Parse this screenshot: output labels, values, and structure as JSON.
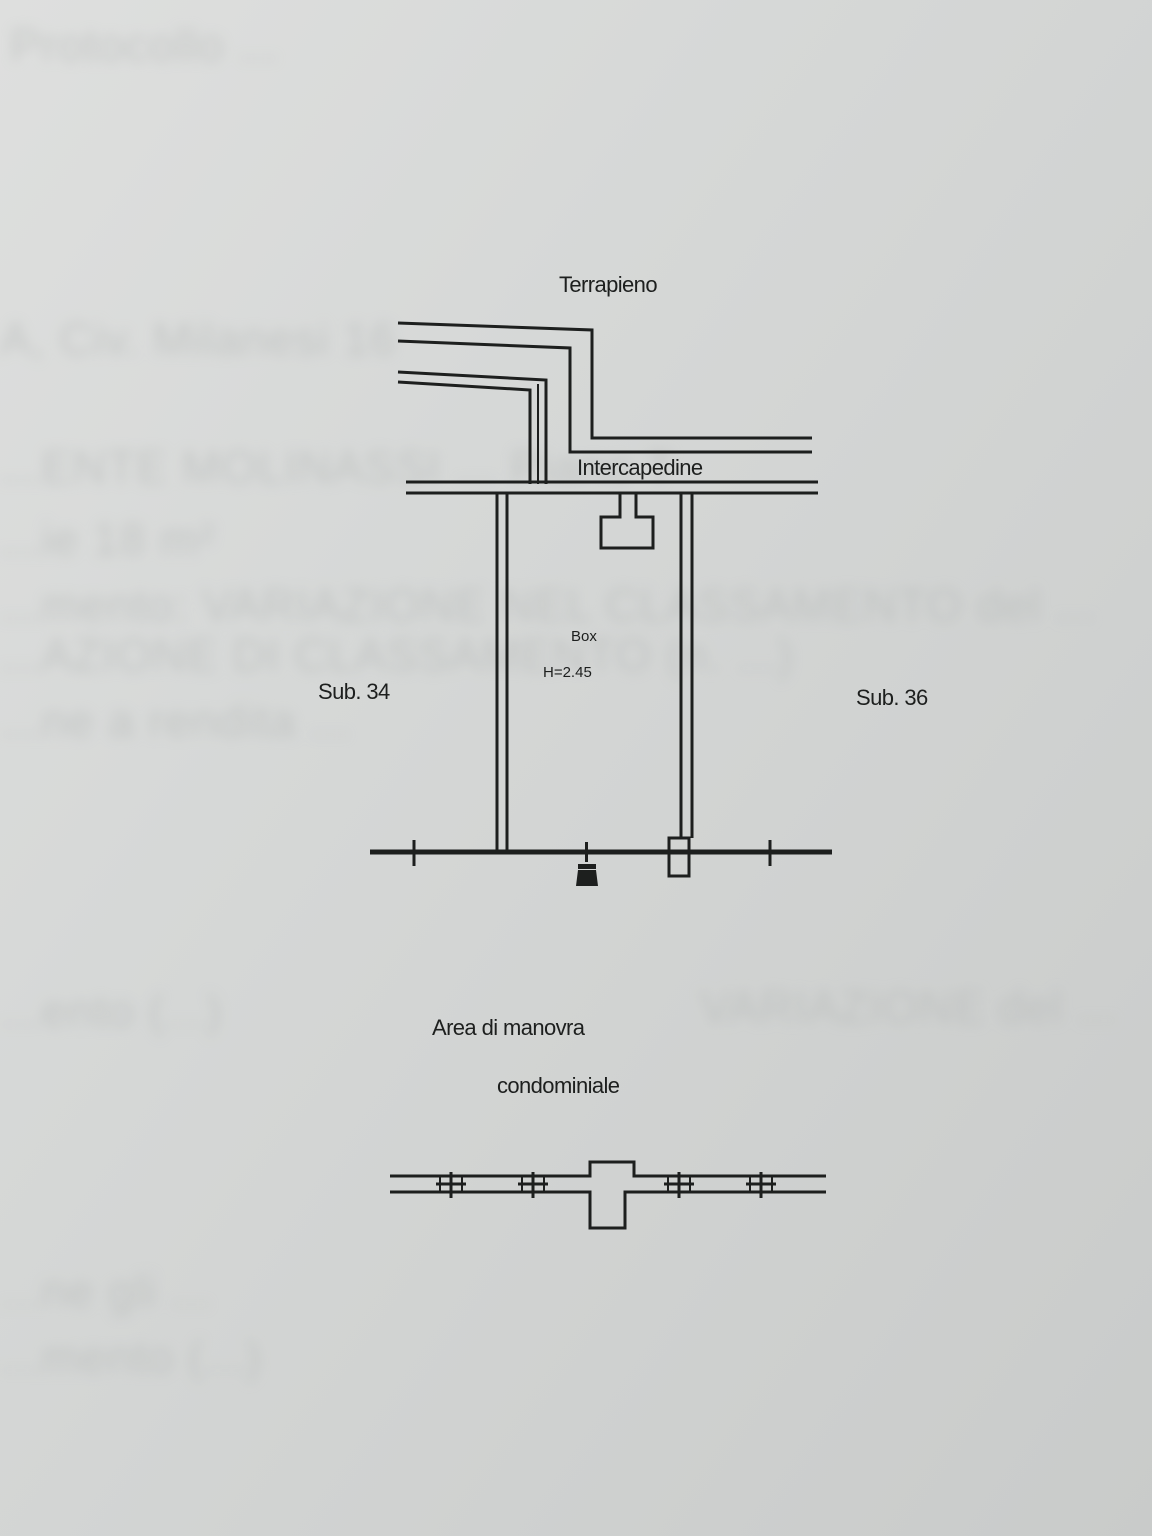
{
  "plan": {
    "labels": {
      "terrapieno": "Terrapieno",
      "intercapedine": "Intercapedine",
      "box_name": "Box",
      "box_height": "H=2.45",
      "sub_left": "Sub. 34",
      "sub_right": "Sub. 36",
      "area_line1": "Area di manovra",
      "area_line2": "condominiale"
    }
  },
  "background_text": {
    "lines": [
      "Protocollo ...",
      "A, Civ. Milanesi 16",
      "...ENTE MOLINASSI ... Piano T",
      "...ie 18 m²",
      "...mento: VARIAZIONE NEL CLASSAMENTO del ...",
      "...AZIONE DI CLASSAMENTO (n. ...)",
      "...ne a rendita ...",
      "...ento (...)",
      "VARIAZIONE del ...",
      "...ne gli ...",
      "...mento (...)"
    ]
  },
  "colors": {
    "ink": "#1d1f1e",
    "paper": "#d6d8d7",
    "bleed": "#b4b7b6"
  }
}
